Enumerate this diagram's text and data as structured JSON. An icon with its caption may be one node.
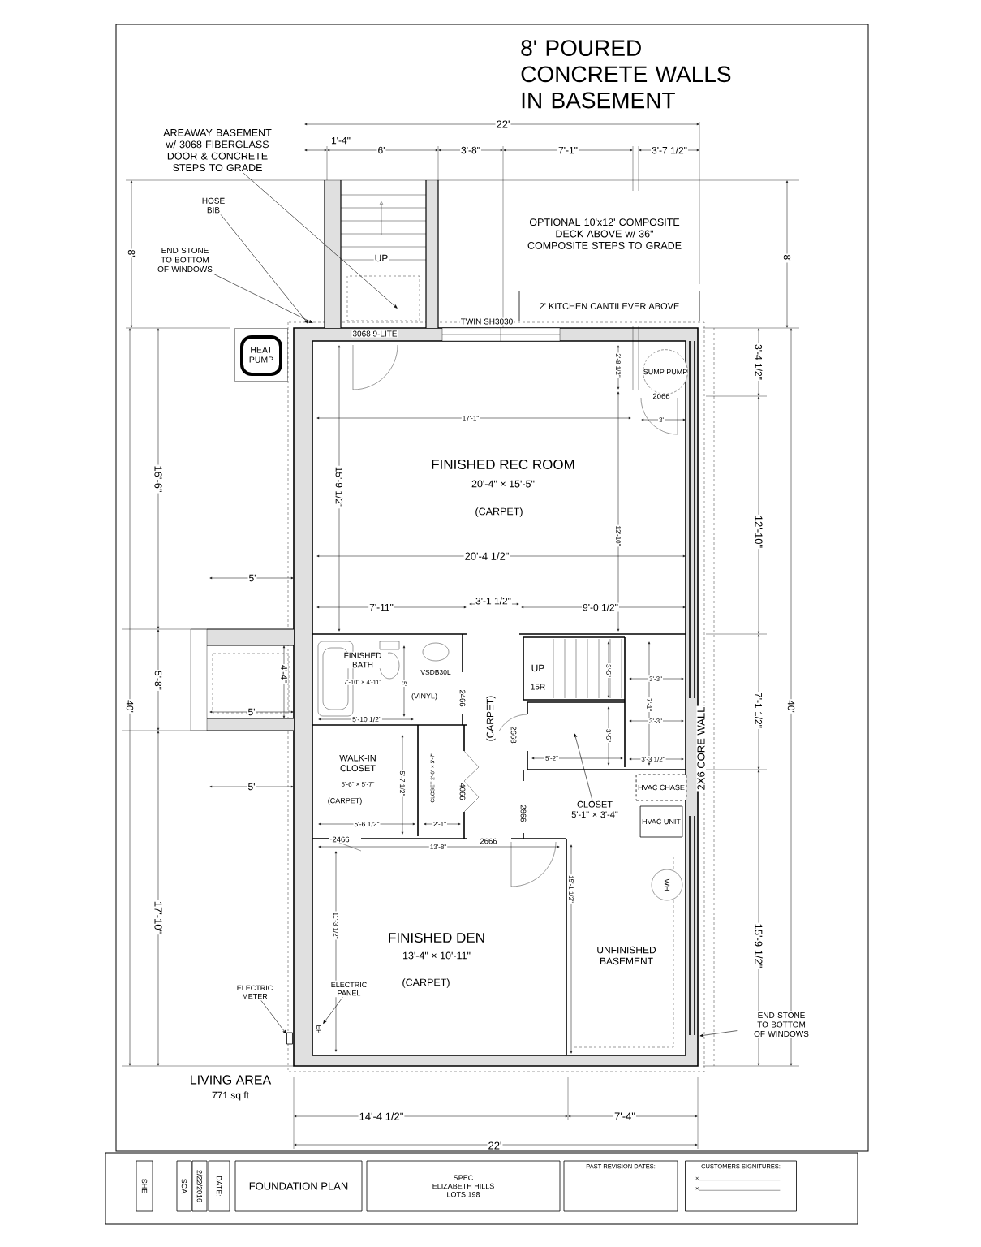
{
  "diagram": {
    "nodes": [
      {
        "text": [
          "AREAWAY BASEMENT w/ 3068 FIBERGLASS DOOR & CONCRETE STEPS TO GRADE"
        ]
      },
      {
        "text": [
          "HOSE BIB"
        ]
      },
      {
        "text": [
          "END STONE TO BOTTOM OF WINDOWS"
        ]
      },
      {
        "text": [
          "HEAT PUMP"
        ]
      },
      {
        "text": [
          "2' KITCHEN CANTILEVER ABOVE"
        ]
      },
      {
        "text": [
          "SUMP PUMP"
        ]
      },
      {
        "text": [
          "CLOSET",
          "5'-1\" × 3'-4\""
        ]
      },
      {
        "text": [
          "HVAC CHASE"
        ]
      },
      {
        "text": [
          "HVAC UNIT"
        ]
      },
      {
        "text": [
          "WH"
        ]
      },
      {
        "text": [
          "ELECTRIC METER"
        ]
      },
      {
        "text": [
          "ELECTRIC PANEL"
        ]
      },
      {
        "text": [
          "END STONE TO BOTTOM OF WINDOWS"
        ]
      },
      {
        "text": [
          "FOUNDATION PLAN"
        ]
      },
      {
        "text": [
          "SPEC",
          "ELIZABETH HILLS",
          "LOTS 198"
        ]
      },
      {
        "text": [
          "PAST REVISION DATES:"
        ]
      },
      {
        "text": [
          "CUSTOMERS SIGNITURES:",
          "×",
          "×"
        ]
      },
      {
        "text": [
          "DATE:"
        ]
      },
      {
        "text": [
          "2/22/2016"
        ]
      },
      {
        "text": [
          "SCA"
        ]
      },
      {
        "text": [
          "SHE"
        ]
      },
      {
        "text": [
          "EP"
        ]
      },
      {
        "text": [],
        "shape": "box"
      }
    ],
    "edges": [
      {
        "from": 0,
        "to": null,
        "arrow": "to"
      },
      {
        "from": 1,
        "to": null,
        "arrow": "to"
      },
      {
        "from": 2,
        "to": null,
        "arrow": "to"
      },
      {
        "from": 6,
        "to": null,
        "arrow": "to"
      },
      {
        "from": 10,
        "to": 22,
        "arrow": "to"
      },
      {
        "from": 11,
        "to": 21,
        "arrow": "to"
      },
      {
        "from": 12,
        "to": null,
        "arrow": "to"
      }
    ],
    "labels": [
      "8' POURED CONCRETE WALLS IN BASEMENT",
      "22'",
      "1'-4\"",
      "6'",
      "3'-8\"",
      "7'-1\"",
      "3'-7 1/2\"",
      "8'",
      "8'",
      "OPTIONAL 10'x12' COMPOSITE DECK ABOVE w/ 36\" COMPOSITE STEPS TO GRADE",
      "UP",
      "TWIN SH3030",
      "3068 9-LITE",
      "2'-8 1/2\"",
      "2066",
      "3'",
      "3'-4 1/2\"",
      "16'-6\"",
      "17'-1\"",
      "15'-9 1/2\"",
      "FINISHED REC ROOM",
      "20'-4\" × 15'-5\"",
      "(CARPET)",
      "12'-10\"",
      "12'-10\"",
      "20'-4 1/2\"",
      "5'",
      "7'-11\"",
      "3'-1 1/2\"",
      "9'-0 1/2\"",
      "5'-8\"",
      "4'-4\"",
      "FINISHED BATH",
      "7'-10\" × 4'-11\"",
      "5'",
      "VSDB30L",
      "(VINYL)",
      "5'-10 1/2\"",
      "5'",
      "2466",
      "(CARPET)",
      "UP",
      "15R",
      "3'-5\"",
      "3'-3\"",
      "7'-1\"",
      "3'-3\"",
      "3'-5\"",
      "2668",
      "5'-2\"",
      "3'-3 1/2\"",
      "7'-1 1/2\"",
      "2X6 CORE WALL",
      "40'",
      "40'",
      "WALK-IN CLOSET",
      "5'-6\" × 5'-7\"",
      "(CARPET)",
      "5'-7 1/2\"",
      "5'-6 1/2\"",
      "CLOSET 2'-6\" × 5'-7\"",
      "4066",
      "2'-1\"",
      "5'",
      "2866",
      "2466",
      "2666",
      "13'-8\"",
      "17'-10\"",
      "11'-3 1/2\"",
      "FINISHED DEN",
      "13'-4\" × 10'-11\"",
      "(CARPET)",
      "15'-1 1/2\"",
      "UNFINISHED BASEMENT",
      "15'-9 1/2\"",
      "LIVING AREA",
      "771 sq ft",
      "14'-4 1/2\"",
      "7'-4\"",
      "22'"
    ]
  }
}
